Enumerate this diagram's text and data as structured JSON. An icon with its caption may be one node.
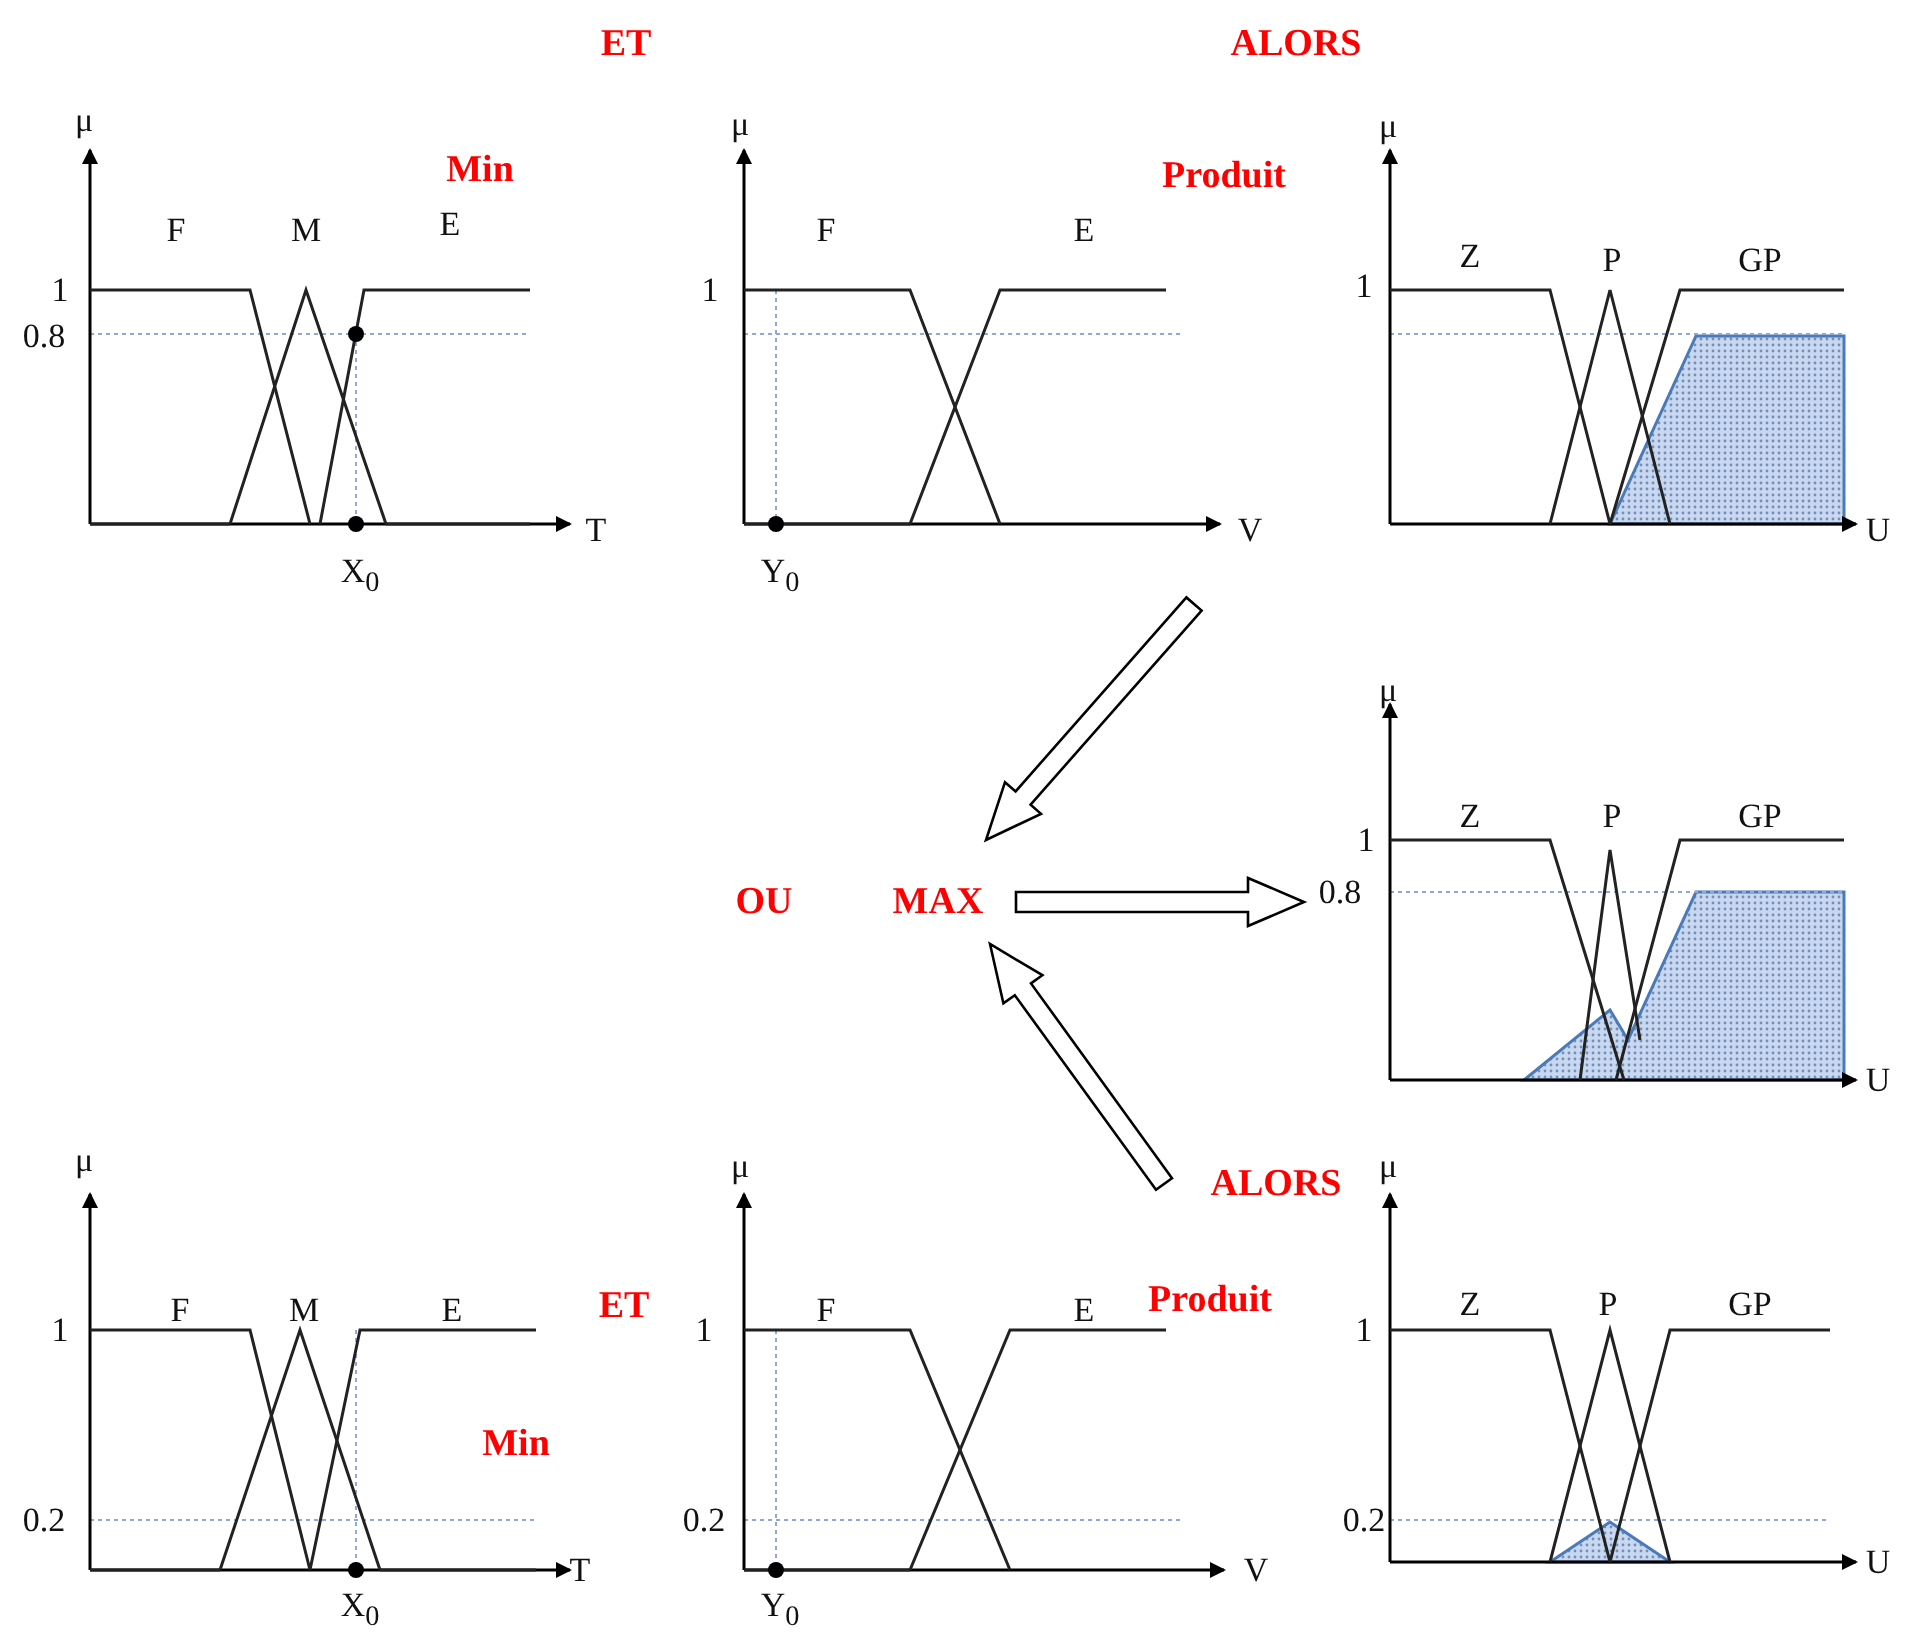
{
  "diagram": {
    "nodes": [
      {
        "text": [
          "μ",
          "F",
          "M",
          "E",
          "1",
          "0.8",
          "T",
          "X$_{0}$"
        ]
      },
      {
        "text": [
          "μ",
          "F",
          "E",
          "1",
          "V",
          "Y$_{0}$"
        ]
      },
      {
        "text": [
          "μ",
          "Z",
          "P",
          "GP",
          "1",
          "U"
        ]
      },
      {
        "text": [
          "MAX"
        ]
      },
      {
        "text": [
          "μ",
          "Z",
          "P",
          "GP",
          "1",
          "0.8",
          "U"
        ]
      },
      {
        "text": [
          "μ",
          "F",
          "M",
          "E",
          "1",
          "0.2",
          "T",
          "X$_{0}$"
        ]
      },
      {
        "text": [
          "μ",
          "F",
          "E",
          "1",
          "0.2",
          "V",
          "Y$_{0}$"
        ]
      },
      {
        "text": [
          "μ",
          "Z",
          "P",
          "GP",
          "1",
          "0.2",
          "U"
        ]
      }
    ],
    "edges": [
      {
        "from": 2,
        "to": 3,
        "arrow": "to"
      },
      {
        "from": 3,
        "to": 4,
        "arrow": "to"
      },
      {
        "from": 7,
        "to": 3,
        "arrow": "to"
      }
    ],
    "labels": [
      "ET",
      "ALORS",
      "Min",
      "Produit",
      "OU",
      "ALORS",
      "Produit",
      "ET",
      "Min"
    ]
  }
}
